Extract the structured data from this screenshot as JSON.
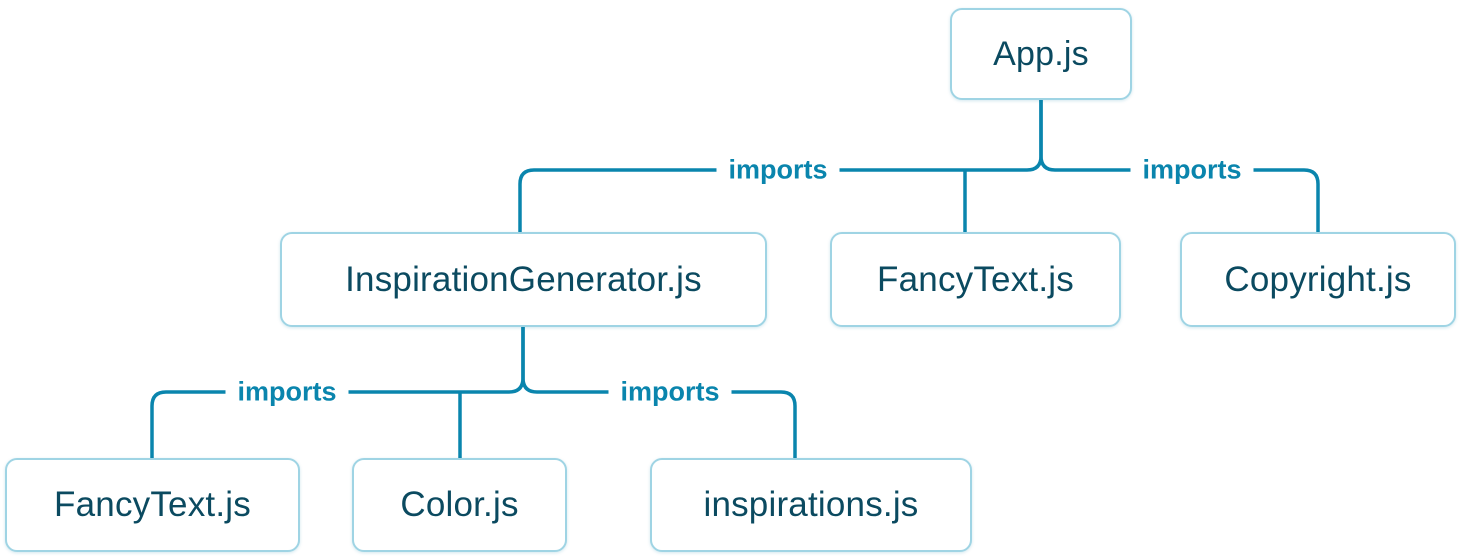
{
  "diagram": {
    "type": "module-dependency-tree",
    "imports_label": "imports",
    "colors": {
      "line": "#0a85ad",
      "box_border": "#9fd4e4",
      "box_text": "#0b4a60",
      "label_text": "#0a85ad",
      "background": "#ffffff"
    }
  },
  "nodes": [
    {
      "id": "app",
      "label": "App.js"
    },
    {
      "id": "inspiration-generator",
      "label": "InspirationGenerator.js"
    },
    {
      "id": "fancytext-top",
      "label": "FancyText.js"
    },
    {
      "id": "copyright",
      "label": "Copyright.js"
    },
    {
      "id": "fancytext-bottom",
      "label": "FancyText.js"
    },
    {
      "id": "color",
      "label": "Color.js"
    },
    {
      "id": "inspirations",
      "label": "inspirations.js"
    }
  ],
  "edges": [
    {
      "from": "App.js",
      "to": "InspirationGenerator.js",
      "label": "imports"
    },
    {
      "from": "App.js",
      "to": "FancyText.js",
      "label": "imports"
    },
    {
      "from": "App.js",
      "to": "Copyright.js",
      "label": "imports"
    },
    {
      "from": "InspirationGenerator.js",
      "to": "FancyText.js",
      "label": "imports"
    },
    {
      "from": "InspirationGenerator.js",
      "to": "Color.js",
      "label": "imports"
    },
    {
      "from": "InspirationGenerator.js",
      "to": "inspirations.js",
      "label": "imports"
    }
  ]
}
